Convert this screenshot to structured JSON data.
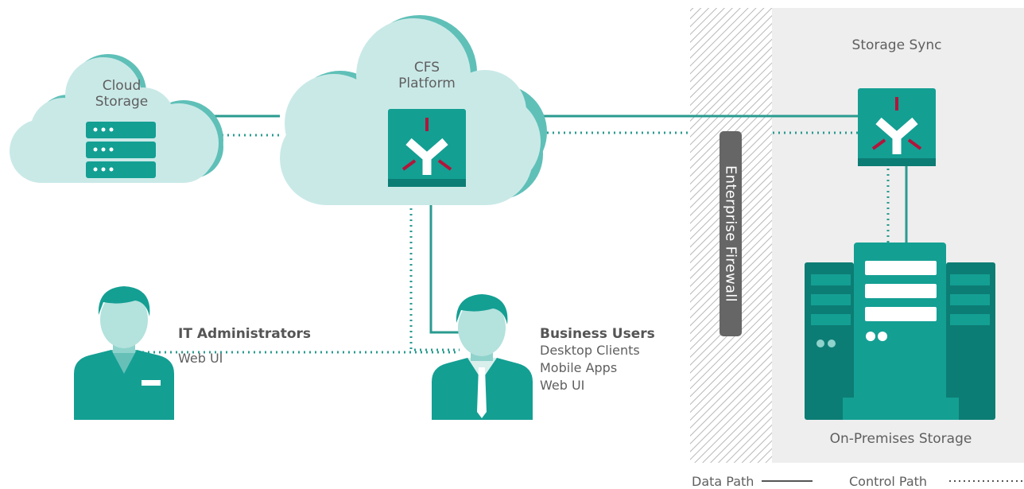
{
  "colors": {
    "cloud": "#c9e9e7",
    "cloud_shadow": "#5fc0b8",
    "teal": "#149f93",
    "teal_dark": "#0c7d74",
    "accent_red": "#b3143a",
    "line": "#2a9b90",
    "firewall_bg": "#eeeeee",
    "firewall_label_bg": "#666666"
  },
  "cloud_storage": {
    "label_line1": "Cloud",
    "label_line2": "Storage",
    "icon": "server-stack-icon"
  },
  "platform": {
    "label_line1": "CFS",
    "label_line2": "Platform",
    "icon": "cfs-logo-icon"
  },
  "storage_sync": {
    "label": "Storage Sync",
    "icon": "cfs-logo-icon"
  },
  "firewall": {
    "label": "Enterprise Firewall"
  },
  "it_admins": {
    "title": "IT Administrators",
    "sub1": "Web UI",
    "icon": "person-icon"
  },
  "business_users": {
    "title": "Business Users",
    "sub1": "Desktop Clients",
    "sub2": "Mobile Apps",
    "sub3": "Web UI",
    "icon": "person-with-tie-icon"
  },
  "on_prem": {
    "label": "On-Premises Storage",
    "icon": "server-rack-icon"
  },
  "legend": {
    "data_path": "Data Path",
    "control_path": "Control Path"
  }
}
